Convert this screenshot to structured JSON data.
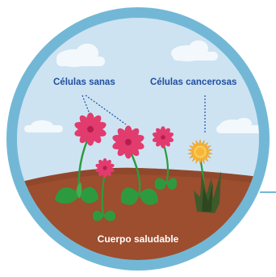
{
  "labels": {
    "healthy_cells": "Células sanas",
    "cancer_cells": "Células cancerosas",
    "healthy_body": "Cuerpo saludable"
  },
  "colors": {
    "ring": "#72b8d6",
    "sky": "#cde3f2",
    "cloud": "#f3f8fc",
    "soil": "#9c4e2f",
    "soil_dark": "#85402a",
    "label_blue": "#1f4fa0",
    "flower_pink": "#e23b6e",
    "flower_center": "#b51e4e",
    "cancer_yellow": "#f6b43a",
    "leaf_green": "#2e9a3f",
    "cancer_leaf": "#3f5a2a"
  }
}
